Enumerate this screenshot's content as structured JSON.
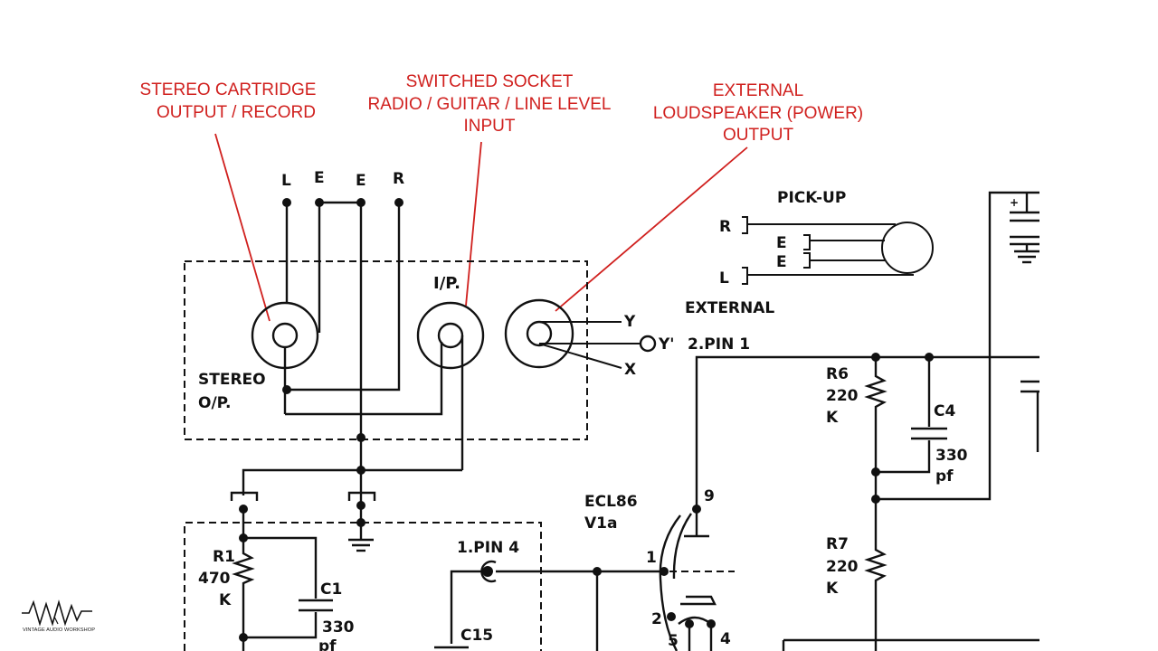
{
  "annotations": {
    "stereo_cartridge": [
      "STEREO CARTRIDGE",
      "OUTPUT / RECORD"
    ],
    "switched_socket": [
      "SWITCHED SOCKET",
      "RADIO / GUITAR / LINE LEVEL",
      "INPUT"
    ],
    "external_loudspeaker": [
      "EXTERNAL",
      "LOUDSPEAKER (POWER)",
      "OUTPUT"
    ]
  },
  "schematic_labels": {
    "pin_l": "L",
    "pin_e1": "E",
    "pin_e2": "E",
    "pin_r": "R",
    "ip_socket": "I/P.",
    "stereo": "STEREO",
    "op": "O/P.",
    "y": "Y",
    "y_prime": "Y'",
    "pin_ref": "2.PIN 1",
    "x": "X",
    "pickup": "PICK-UP",
    "pickup_r": "R",
    "pickup_e1": "E",
    "pickup_e2": "E",
    "pickup_l": "L",
    "external": "EXTERNAL",
    "r6_name": "R6",
    "r6_val": "220",
    "r6_unit": "K",
    "c4_name": "C4",
    "c4_val": "330",
    "c4_unit": "pf",
    "r7_name": "R7",
    "r7_val": "220",
    "r7_unit": "K",
    "tube_type": "ECL86",
    "tube_ref": "V1a",
    "pin9": "9",
    "pin1": "1",
    "pin2": "2",
    "pin5": "5",
    "pin4": "4",
    "r1_name": "R1",
    "r1_val": "470",
    "r1_unit": "K",
    "c1_name": "C1",
    "c1_val": "330",
    "c1_unit": "pf",
    "pin4_ref": "1.PIN 4",
    "c15": "C15"
  },
  "logo": {
    "icon": "sine-wave-logo-icon",
    "text": "VINTAGE AUDIO WORKSHOP"
  },
  "colors": {
    "annotation": "#d0201e",
    "ink": "#111111",
    "background": "#ffffff"
  }
}
